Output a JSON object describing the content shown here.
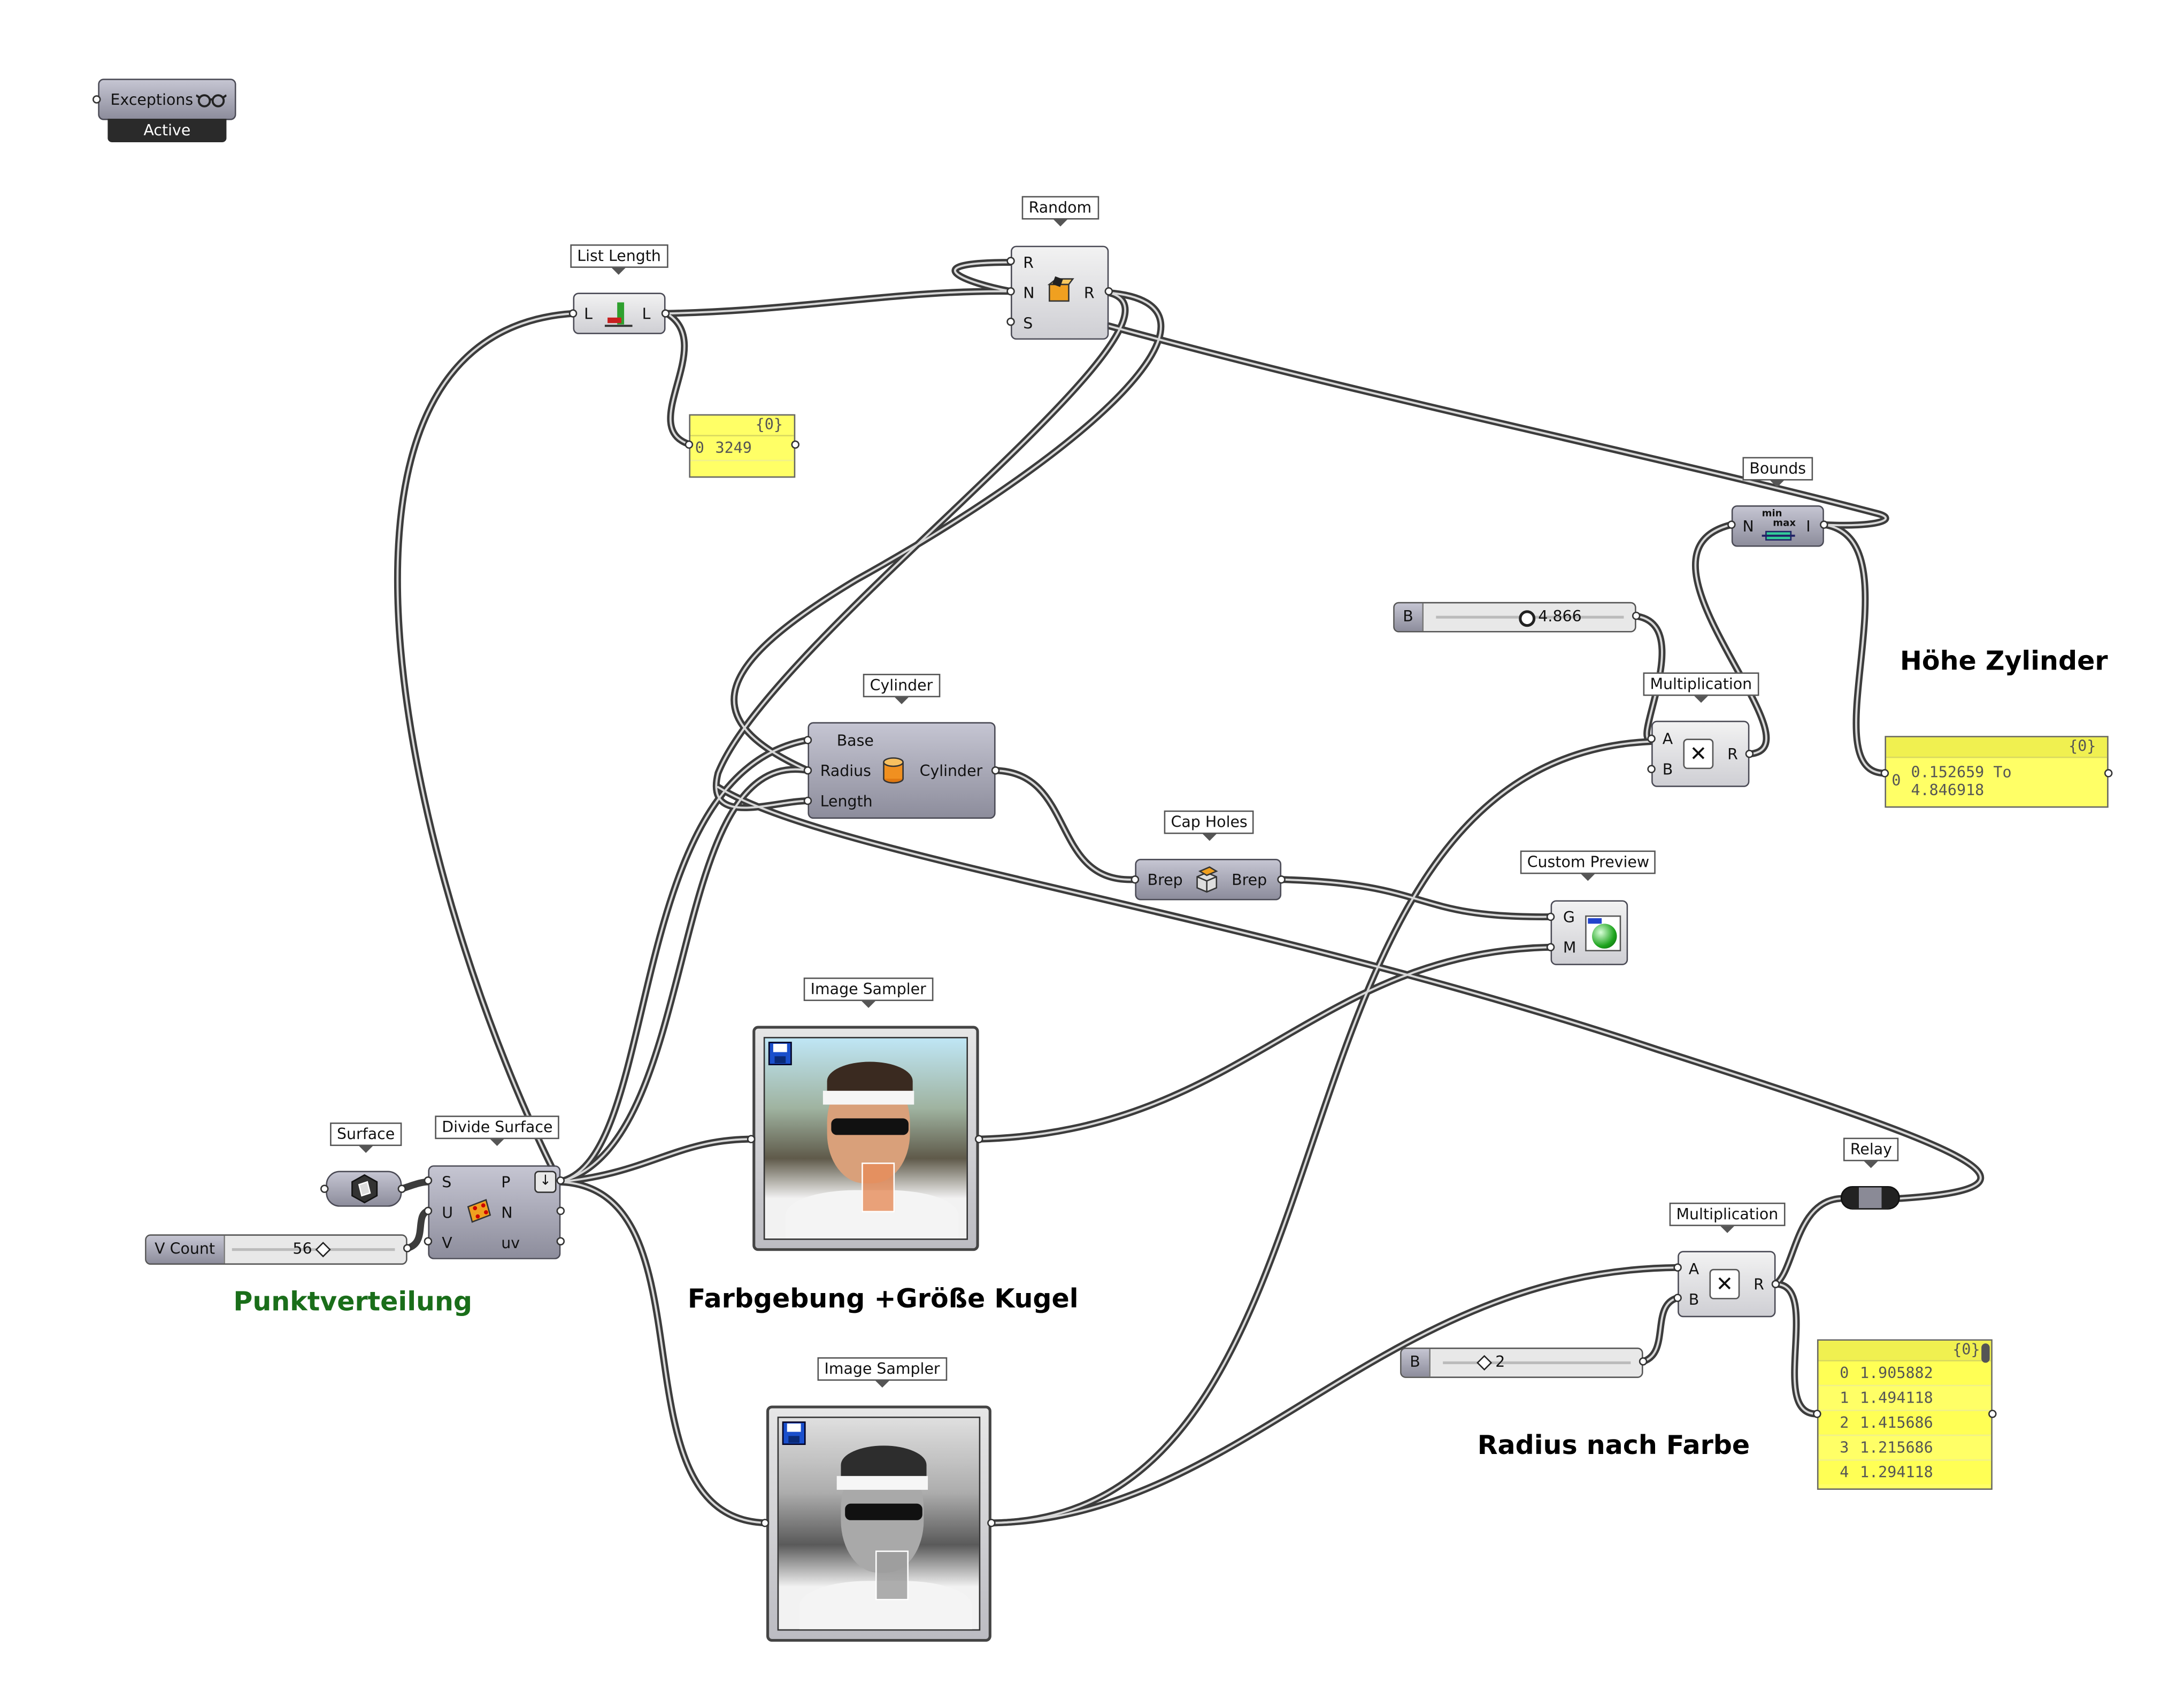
{
  "exceptions": {
    "label": "Exceptions",
    "status": "Active"
  },
  "tags": {
    "list_length": "List Length",
    "random": "Random",
    "bounds": "Bounds",
    "cylinder": "Cylinder",
    "multiplication_top": "Multiplication",
    "cap_holes": "Cap Holes",
    "custom_preview": "Custom Preview",
    "image_sampler_top": "Image Sampler",
    "surface": "Surface",
    "divide_surface": "Divide Surface",
    "relay": "Relay",
    "multiplication_bottom": "Multiplication",
    "image_sampler_bottom": "Image Sampler"
  },
  "components": {
    "list_length": {
      "in": "L",
      "out": "L"
    },
    "random": {
      "in": [
        "R",
        "N",
        "S"
      ],
      "out": "R"
    },
    "bounds": {
      "in": "N",
      "out": "I",
      "icon_top": "min",
      "icon_bottom": "max"
    },
    "cylinder": {
      "in": [
        "Base",
        "Radius",
        "Length"
      ],
      "out": "Cylinder"
    },
    "multiplication_top": {
      "in": [
        "A",
        "B"
      ],
      "out": "R"
    },
    "cap_holes": {
      "in": "Brep",
      "out": "Brep"
    },
    "custom_preview": {
      "in": [
        "G",
        "M"
      ]
    },
    "divide_surface": {
      "in": [
        "S",
        "U",
        "V"
      ],
      "out": [
        "P",
        "N",
        "uv"
      ]
    },
    "multiplication_bottom": {
      "in": [
        "A",
        "B"
      ],
      "out": "R"
    }
  },
  "panels": {
    "list_length_panel": {
      "path": "{0}",
      "rows": [
        {
          "index": "0",
          "value": "3249"
        }
      ]
    },
    "bounds_panel": {
      "path": "{0}",
      "rows": [
        {
          "index": "0",
          "value": "0.152659 To 4.846918"
        }
      ]
    },
    "radius_panel": {
      "path": "{0}",
      "rows": [
        {
          "index": "0",
          "value": "1.905882"
        },
        {
          "index": "1",
          "value": "1.494118"
        },
        {
          "index": "2",
          "value": "1.415686"
        },
        {
          "index": "3",
          "value": "1.215686"
        },
        {
          "index": "4",
          "value": "1.294118"
        }
      ]
    }
  },
  "sliders": {
    "height_b": {
      "label": "B",
      "value": "4.866"
    },
    "v_count": {
      "label": "V Count",
      "value": "56"
    },
    "radius_b": {
      "label": "B",
      "value": "2"
    }
  },
  "headings": {
    "hoehe": "Höhe Zylinder",
    "punkt": "Punktverteilung",
    "farbe": "Farbgebung +Größe Kugel",
    "radius": "Radius nach Farbe"
  },
  "colors": {
    "canvas": "#ffffff",
    "panel_yellow": "#ffff66",
    "punkt_green": "#1a6e1a",
    "wire": "#444444"
  }
}
